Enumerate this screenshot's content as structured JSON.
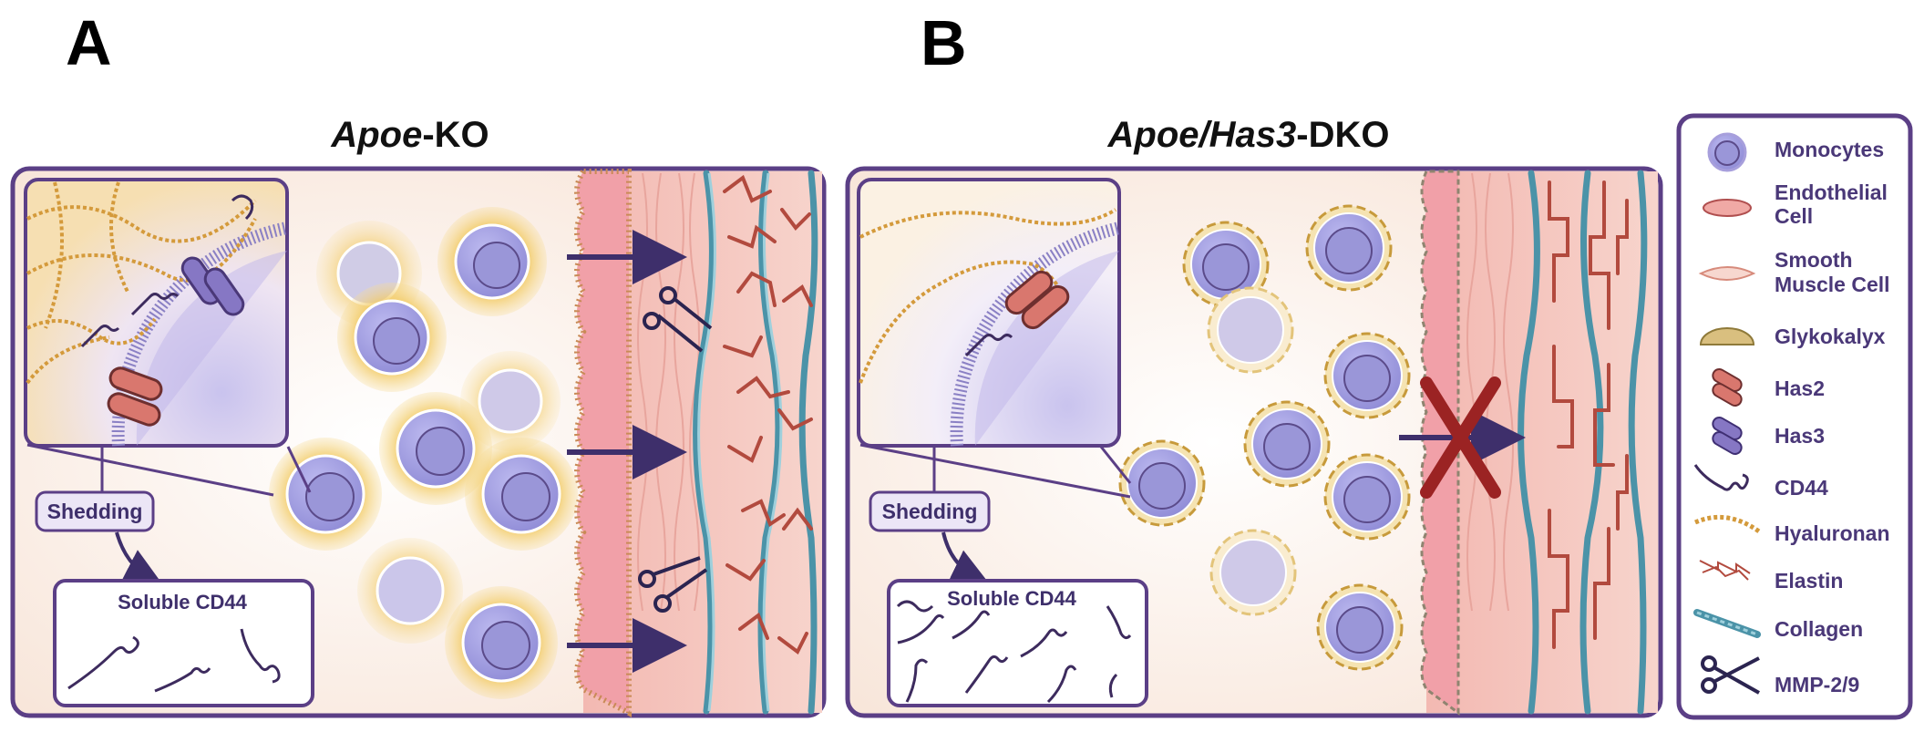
{
  "panels": {
    "a": {
      "letter": "A",
      "title_italic": "Apoe",
      "title_rest": "-KO",
      "shedding_label": "Shedding",
      "soluble_label": "Soluble CD44"
    },
    "b": {
      "letter": "B",
      "title_italic": "Apoe/Has3",
      "title_rest": "-DKO",
      "shedding_label": "Shedding",
      "soluble_label": "Soluble CD44"
    }
  },
  "legend": {
    "items": [
      {
        "icon": "monocyte-icon",
        "label": [
          "Monocytes"
        ]
      },
      {
        "icon": "endothelial-cell-icon",
        "label": [
          "Endothelial",
          "Cell"
        ]
      },
      {
        "icon": "smooth-muscle-cell-icon",
        "label": [
          "Smooth",
          "Muscle Cell"
        ]
      },
      {
        "icon": "glykokalyx-icon",
        "label": [
          "Glykokalyx"
        ]
      },
      {
        "icon": "has2-icon",
        "label": [
          "Has2"
        ]
      },
      {
        "icon": "has3-icon",
        "label": [
          "Has3"
        ]
      },
      {
        "icon": "cd44-icon",
        "label": [
          "CD44"
        ]
      },
      {
        "icon": "hyaluronan-icon",
        "label": [
          "Hyaluronan"
        ]
      },
      {
        "icon": "elastin-icon",
        "label": [
          "Elastin"
        ]
      },
      {
        "icon": "collagen-icon",
        "label": [
          "Collagen"
        ]
      },
      {
        "icon": "scissors-icon",
        "label": [
          "MMP-2/9"
        ]
      }
    ]
  },
  "colors": {
    "frame": "#5b3f86",
    "monocyte": "#a9a6e2",
    "glyco": "#e9b93d",
    "has2": "#d9776e",
    "has3": "#8677c4",
    "cross": "#9b2323"
  }
}
